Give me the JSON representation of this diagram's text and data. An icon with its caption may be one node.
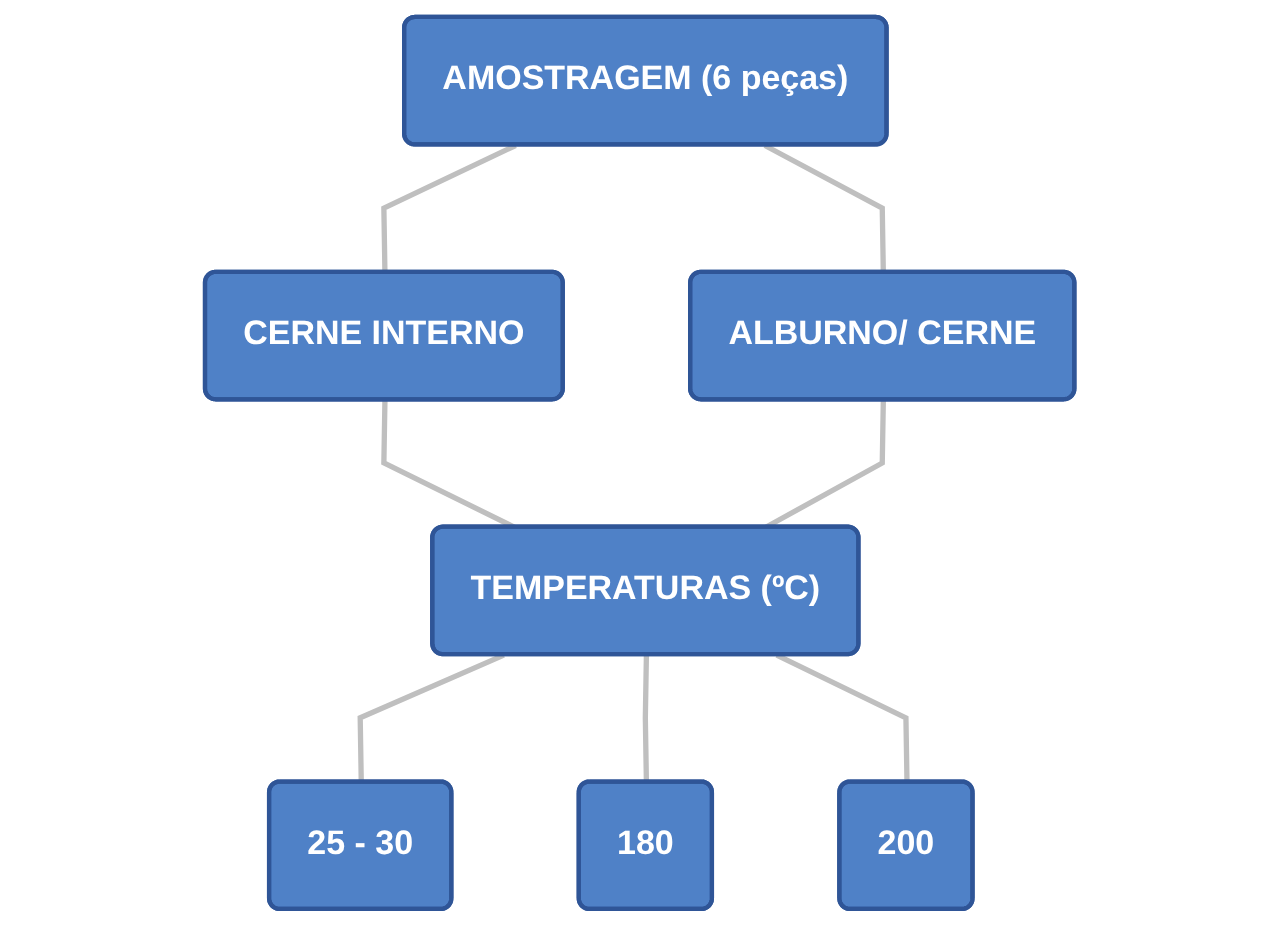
{
  "diagram": {
    "nodes": [
      {
        "text": [
          "AMOSTRAGEM (6 peças)"
        ]
      },
      {
        "text": [
          "CERNE INTERNO"
        ]
      },
      {
        "text": [
          "ALBURNO/ CERNE"
        ]
      },
      {
        "text": [
          "TEMPERATURAS (ºC)"
        ]
      },
      {
        "text": [
          "25 - 30"
        ]
      },
      {
        "text": [
          "180"
        ]
      },
      {
        "text": [
          "200"
        ]
      }
    ],
    "edges": [
      {
        "from": 0,
        "to": 1,
        "arrow": "none"
      },
      {
        "from": 0,
        "to": 2,
        "arrow": "none"
      },
      {
        "from": 1,
        "to": 3,
        "arrow": "none"
      },
      {
        "from": 2,
        "to": 3,
        "arrow": "none"
      },
      {
        "from": 3,
        "to": 4,
        "arrow": "none"
      },
      {
        "from": 3,
        "to": 5,
        "arrow": "none"
      },
      {
        "from": 3,
        "to": 6,
        "arrow": "none"
      }
    ]
  }
}
